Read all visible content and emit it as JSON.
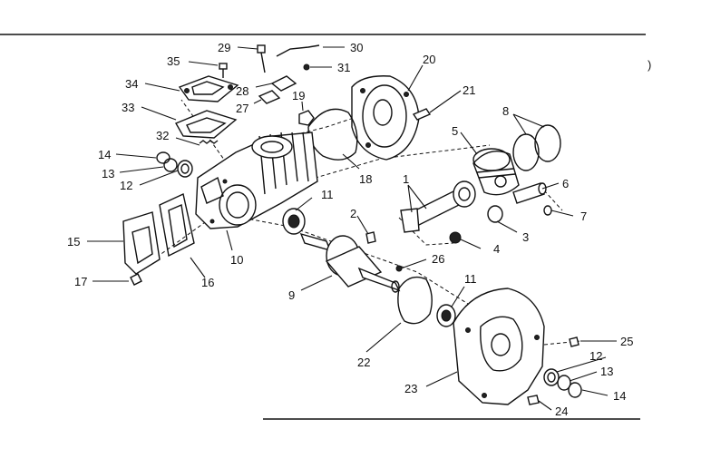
{
  "diagram": {
    "callouts": [
      {
        "id": "29",
        "label": "29"
      },
      {
        "id": "30",
        "label": "30"
      },
      {
        "id": "35",
        "label": "35"
      },
      {
        "id": "31",
        "label": "31"
      },
      {
        "id": "20",
        "label": "20"
      },
      {
        "id": "34",
        "label": "34"
      },
      {
        "id": "28",
        "label": "28"
      },
      {
        "id": "21",
        "label": "21"
      },
      {
        "id": "27",
        "label": "27"
      },
      {
        "id": "19",
        "label": "19"
      },
      {
        "id": "33",
        "label": "33"
      },
      {
        "id": "8",
        "label": "8"
      },
      {
        "id": "32",
        "label": "32"
      },
      {
        "id": "5",
        "label": "5"
      },
      {
        "id": "14a",
        "label": "14"
      },
      {
        "id": "13a",
        "label": "13"
      },
      {
        "id": "18",
        "label": "18"
      },
      {
        "id": "12a",
        "label": "12"
      },
      {
        "id": "1",
        "label": "1"
      },
      {
        "id": "6",
        "label": "6"
      },
      {
        "id": "11a",
        "label": "11"
      },
      {
        "id": "7",
        "label": "7"
      },
      {
        "id": "2",
        "label": "2"
      },
      {
        "id": "15",
        "label": "15"
      },
      {
        "id": "3",
        "label": "3"
      },
      {
        "id": "4",
        "label": "4"
      },
      {
        "id": "10",
        "label": "10"
      },
      {
        "id": "26",
        "label": "26"
      },
      {
        "id": "17",
        "label": "17"
      },
      {
        "id": "16",
        "label": "16"
      },
      {
        "id": "9",
        "label": "9"
      },
      {
        "id": "11b",
        "label": "11"
      },
      {
        "id": "25",
        "label": "25"
      },
      {
        "id": "12b",
        "label": "12"
      },
      {
        "id": "22",
        "label": "22"
      },
      {
        "id": "13b",
        "label": "13"
      },
      {
        "id": "23",
        "label": "23"
      },
      {
        "id": "14b",
        "label": "14"
      },
      {
        "id": "24",
        "label": "24"
      }
    ]
  }
}
